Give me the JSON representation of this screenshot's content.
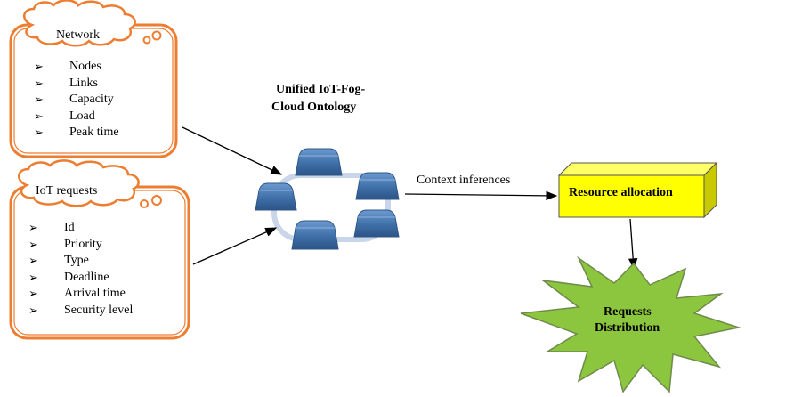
{
  "network": {
    "title": "Network",
    "items": [
      "Nodes",
      "Links",
      "Capacity",
      "Load",
      "Peak time"
    ]
  },
  "iot": {
    "title": "IoT requests",
    "items": [
      "Id",
      "Priority",
      "Type",
      "Deadline",
      "Arrival time",
      "Security level"
    ]
  },
  "ontology": {
    "line1": "Unified IoT-Fog-",
    "line2": "Cloud Ontology"
  },
  "context_label": "Context inferences",
  "resource_label": "Resource allocation",
  "distribution": {
    "line1": "Requests",
    "line2": "Distribution"
  },
  "bullet_glyph": "➢",
  "colors": {
    "box_border": "#ed7d31",
    "node_fill": "#4a7ab4",
    "node_dark": "#2f5788",
    "ring": "#c9d6ea",
    "cube": "#ffff00",
    "star": "#8cc63f",
    "star_border": "#6f8a4a"
  }
}
